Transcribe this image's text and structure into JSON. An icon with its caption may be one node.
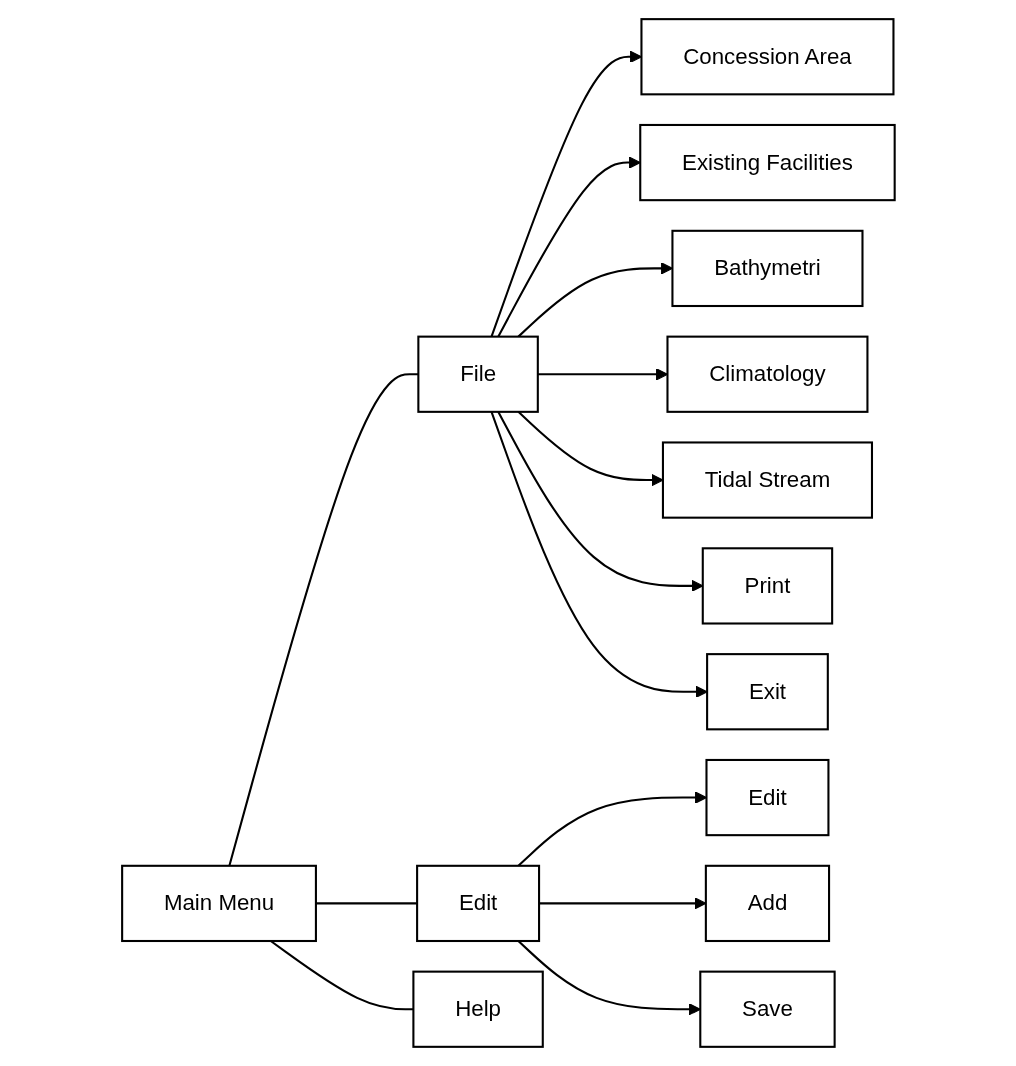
{
  "diagram": {
    "nodes": [
      {
        "text": [
          "Main Menu"
        ]
      },
      {
        "text": [
          "File"
        ]
      },
      {
        "text": [
          "Edit"
        ]
      },
      {
        "text": [
          "Help"
        ]
      },
      {
        "text": [
          "Concession Area"
        ]
      },
      {
        "text": [
          "Existing Facilities"
        ]
      },
      {
        "text": [
          "Bathymetri"
        ]
      },
      {
        "text": [
          "Climatology"
        ]
      },
      {
        "text": [
          "Tidal Stream"
        ]
      },
      {
        "text": [
          "Print"
        ]
      },
      {
        "text": [
          "Exit"
        ]
      },
      {
        "text": [
          "Edit"
        ]
      },
      {
        "text": [
          "Add"
        ]
      },
      {
        "text": [
          "Save"
        ]
      }
    ],
    "edges": [
      {
        "from": 0,
        "to": 1,
        "arrow": "none"
      },
      {
        "from": 0,
        "to": 2,
        "arrow": "none"
      },
      {
        "from": 0,
        "to": 3,
        "arrow": "none"
      },
      {
        "from": 1,
        "to": 4,
        "arrow": "to"
      },
      {
        "from": 1,
        "to": 5,
        "arrow": "to"
      },
      {
        "from": 1,
        "to": 6,
        "arrow": "to"
      },
      {
        "from": 1,
        "to": 7,
        "arrow": "to"
      },
      {
        "from": 1,
        "to": 8,
        "arrow": "to"
      },
      {
        "from": 1,
        "to": 9,
        "arrow": "to"
      },
      {
        "from": 1,
        "to": 10,
        "arrow": "to"
      },
      {
        "from": 2,
        "to": 11,
        "arrow": "to"
      },
      {
        "from": 2,
        "to": 12,
        "arrow": "to"
      },
      {
        "from": 2,
        "to": 13,
        "arrow": "to"
      }
    ]
  }
}
